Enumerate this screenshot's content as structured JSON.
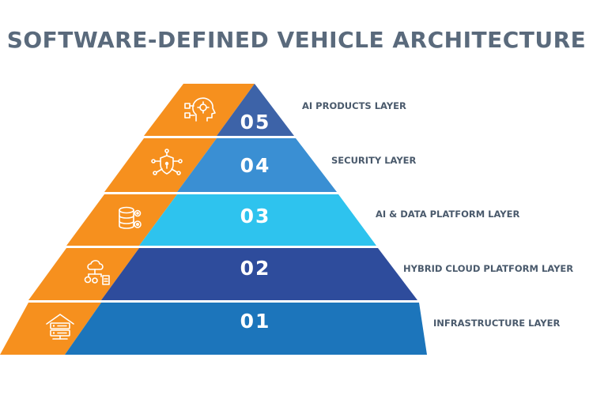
{
  "title": "SOFTWARE-DEFINED VEHICLE ARCHITECTURE",
  "colors": {
    "orange": "#f6901e",
    "layer_05": "#3d63a8",
    "layer_04": "#3a8fd3",
    "layer_03": "#2ec3ee",
    "layer_02": "#2e4c9c",
    "layer_01": "#1c75bb",
    "title": "#5a6a7c",
    "label": "#4a5a6c"
  },
  "layers": [
    {
      "number": "05",
      "label": "AI PRODUCTS LAYER",
      "icon": "ai-head-icon"
    },
    {
      "number": "04",
      "label": "SECURITY LAYER",
      "icon": "shield-network-icon"
    },
    {
      "number": "03",
      "label": "AI & DATA PLATFORM LAYER",
      "icon": "database-gear-icon"
    },
    {
      "number": "02",
      "label": "HYBRID CLOUD PLATFORM LAYER",
      "icon": "cloud-network-icon"
    },
    {
      "number": "01",
      "label": "INFRASTRUCTURE LAYER",
      "icon": "server-house-icon"
    }
  ]
}
